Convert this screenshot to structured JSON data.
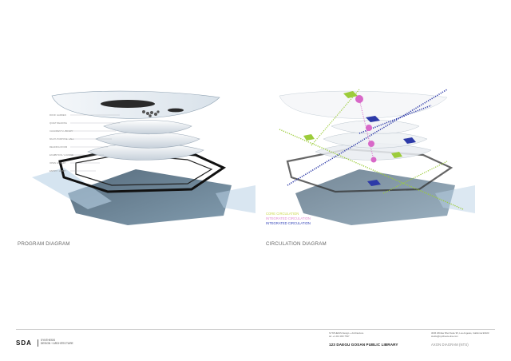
{
  "diagrams": {
    "program_caption": "PROGRAM DIAGRAM",
    "circulation_caption": "CIRCULATION DIAGRAM"
  },
  "program_levels": [
    "ROOF GARDEN",
    "QUIET READING",
    "CHILDREN'S LIBRARY",
    "MULTI-PURPOSE HALL",
    "READING ROOM",
    "EXHIBITION / LOUNGE",
    "OPEN LIBRARY",
    "ENTRY / LOBBY"
  ],
  "legend": {
    "items": [
      {
        "label": "CORE CIRCULATION",
        "color": "#c9d84a"
      },
      {
        "label": "INTEGRATED CIRCULATION",
        "color": "#e08ad0"
      },
      {
        "label": "INTEGRATED CIRCULATION",
        "color": "#3344b8"
      }
    ]
  },
  "footer": {
    "logo": "SDA",
    "logo_sub_1": "SYNTHESIS",
    "logo_sub_2": "DESIGN + ARCHITECTURE",
    "firm_line_1": "SYNTHESIS Design + Architecture",
    "firm_line_2": "tel: +1 213 300 7547",
    "address_line_1": "3645 Whittier Blvd Suite 95, Los Angeles, California 90023",
    "address_line_2": "studio@synthesis-dna.com",
    "project_title": "123 DAEGU GOSAN PUBLIC LIBRARY",
    "sheet_title": "AXON DIAGRAM (NTS)"
  },
  "colors": {
    "green": "#9ccc3a",
    "magenta": "#d868c8",
    "blue": "#2d3aa8",
    "dark_band": "#1a1a1a",
    "ground": "#4d6578"
  }
}
